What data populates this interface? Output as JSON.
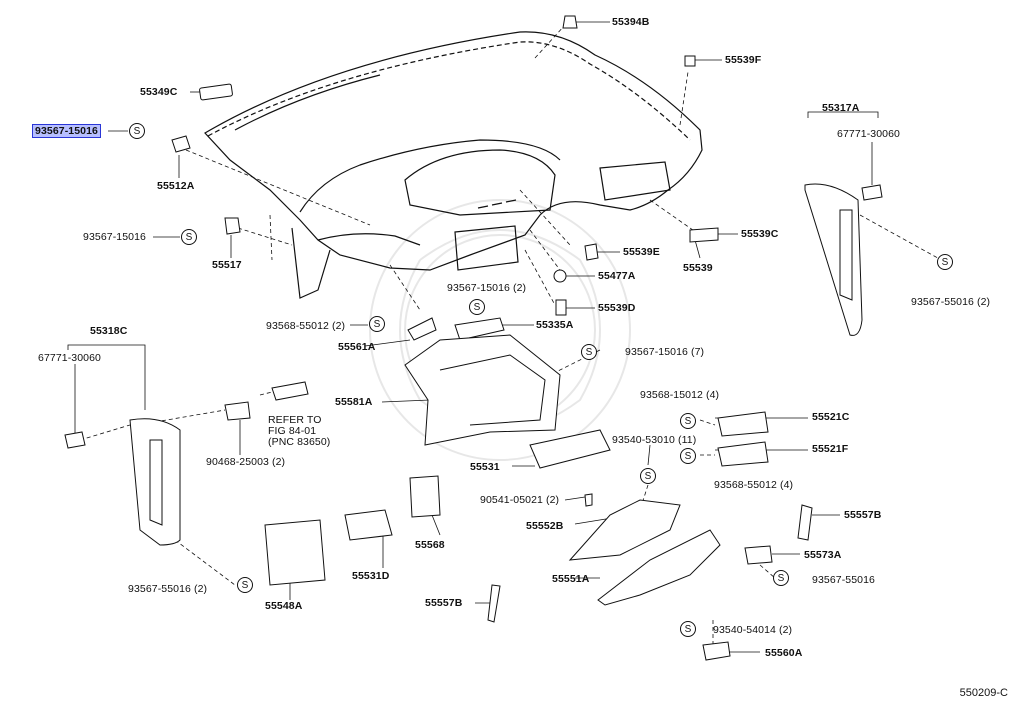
{
  "s_symbol": "S",
  "diagram_code": "550209-C",
  "refer_note": [
    "REFER TO",
    "FIG 84-01",
    "(PNC 83650)"
  ],
  "labels": {
    "p55394B": "55394B",
    "p55539F": "55539F",
    "p55349C": "55349C",
    "p93567_15016_sel": "93567-15016",
    "p55512A": "55512A",
    "p55317A": "55317A",
    "p67771_30060_r": "67771-30060",
    "p93567_15016_a": "93567-15016",
    "p55517": "55517",
    "p55539E": "55539E",
    "p55539C": "55539C",
    "p55539": "55539",
    "p55477A": "55477A",
    "p93567_15016_2": "93567-15016 (2)",
    "p55539D": "55539D",
    "p93567_55016_2r": "93567-55016 (2)",
    "p93568_55012_2": "93568-55012 (2)",
    "p55335A": "55335A",
    "p55318C": "55318C",
    "p55561A": "55561A",
    "p93567_15016_7": "93567-15016 (7)",
    "p67771_30060_l": "67771-30060",
    "p55581A": "55581A",
    "p93568_15012_4": "93568-15012 (4)",
    "p55521C": "55521C",
    "p90468_25003_2": "90468-25003 (2)",
    "p93540_53010_11": "93540-53010 (11)",
    "p55521F": "55521F",
    "p55531": "55531",
    "p93568_55012_4": "93568-55012 (4)",
    "p90541_05021_2": "90541-05021 (2)",
    "p55557B_r": "55557B",
    "p55552B": "55552B",
    "p55568": "55568",
    "p55573A": "55573A",
    "p93567_55016_2l": "93567-55016 (2)",
    "p55531D": "55531D",
    "p55548A": "55548A",
    "p55551A": "55551A",
    "p93567_55016": "93567-55016",
    "p55557B_l": "55557B",
    "p93540_54014_2": "93540-54014 (2)",
    "p55560A": "55560A"
  }
}
